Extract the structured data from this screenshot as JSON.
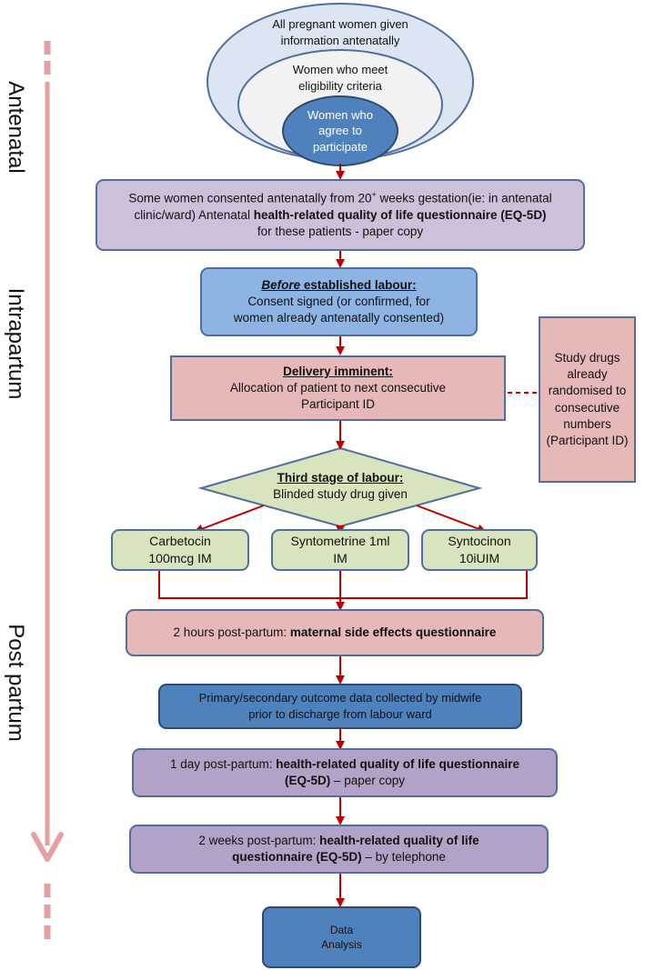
{
  "phases": {
    "antenatal": "Antenatal",
    "intrapartum": "Intrapartum",
    "post_partum": "Post partum"
  },
  "ellipses": {
    "outer": "All pregnant women given information antenatally",
    "middle": "Women who meet eligibility criteria",
    "inner": "Women who agree to participate"
  },
  "antenatal_box": {
    "pre": "Some women consented antenatally from 20",
    "sup": "+",
    "mid": " weeks gestation(ie: in antenatal clinic/ward) Antenatal ",
    "bold": "health-related quality of life questionnaire (EQ-5D)",
    "post": "for these patients  - paper copy"
  },
  "before_labour": {
    "title_italic": "Before",
    "title_rest": " established labour:",
    "line1": "Consent signed (or confirmed, for",
    "line2": "women already antenatally consented)"
  },
  "delivery": {
    "title": "Delivery imminent:",
    "line1": "Allocation of patient to next consecutive",
    "line2": "Participant ID"
  },
  "study_drugs": "Study drugs already randomised to consecutive numbers (Participant ID)",
  "third_stage": {
    "title": "Third stage of labour:",
    "line": "Blinded study drug given"
  },
  "drugs": [
    {
      "l1": "Carbetocin",
      "l2": "100mcg IM"
    },
    {
      "l1": "Syntometrine 1ml",
      "l2": "IM"
    },
    {
      "l1": "Syntocinon",
      "l2": "10iUIM"
    }
  ],
  "two_hours": {
    "pre": "2 hours post-partum: ",
    "bold": "maternal side effects questionnaire"
  },
  "outcome": {
    "line1": "Primary/secondary outcome data collected by midwife",
    "line2": "prior to discharge from labour ward"
  },
  "one_day": {
    "pre": "1 day post-partum: ",
    "bold1": "health-related quality of life questionnaire",
    "bold2": "(EQ-5D)",
    "post": " – paper copy"
  },
  "two_weeks": {
    "pre": "2 weeks  post-partum: ",
    "bold1": "health-related quality of life",
    "bold2": "questionnaire (EQ-5D)",
    "post": " – by telephone"
  },
  "data_analysis": {
    "line1": "Data",
    "line2": "Analysis"
  },
  "colors": {
    "arrow": "#c00000",
    "timeline": "#e6a0a0",
    "outline": "#4f6fa0"
  }
}
